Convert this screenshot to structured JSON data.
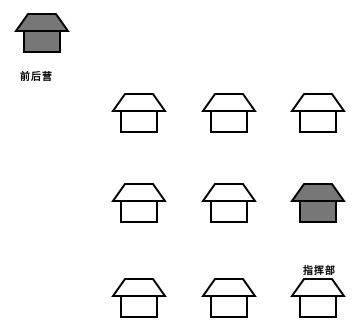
{
  "labels": {
    "front_rear_camp": "前后营",
    "headquarters": "指挥部"
  },
  "houses": [
    {
      "id": "front-rear-camp",
      "fill": "#777777"
    },
    {
      "id": "r1c1",
      "fill": "#ffffff"
    },
    {
      "id": "r1c2",
      "fill": "#ffffff"
    },
    {
      "id": "r1c3",
      "fill": "#ffffff"
    },
    {
      "id": "r2c1",
      "fill": "#ffffff"
    },
    {
      "id": "r2c2",
      "fill": "#ffffff"
    },
    {
      "id": "r2c3",
      "fill": "#777777"
    },
    {
      "id": "r3c1",
      "fill": "#ffffff"
    },
    {
      "id": "r3c2",
      "fill": "#ffffff"
    },
    {
      "id": "r3c3",
      "fill": "#ffffff"
    }
  ],
  "colors": {
    "stroke": "#000000",
    "filled": "#777777",
    "empty": "#ffffff"
  }
}
